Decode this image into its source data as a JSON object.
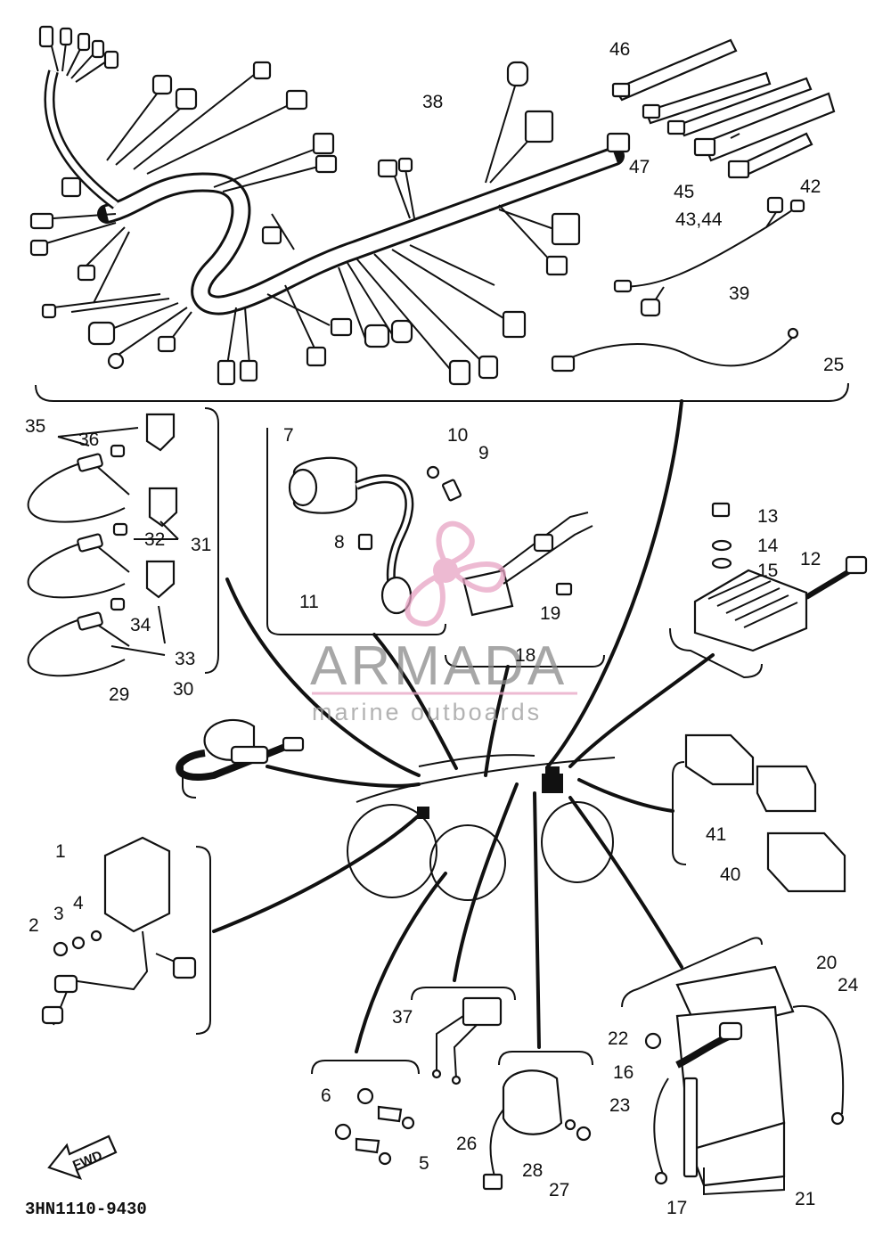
{
  "diagram": {
    "callouts": [
      "1",
      "2",
      "3",
      "4",
      "5",
      "6",
      "7",
      "8",
      "9",
      "10",
      "11",
      "12",
      "13",
      "14",
      "15",
      "16",
      "17",
      "18",
      "19",
      "20",
      "21",
      "22",
      "23",
      "24",
      "25",
      "26",
      "27",
      "28",
      "29",
      "30",
      "31",
      "32",
      "33",
      "34",
      "35",
      "36",
      "37",
      "38",
      "39",
      "40",
      "41",
      "42",
      "43,44",
      "45",
      "46",
      "47"
    ],
    "part_code": "3HN1110-9430",
    "fwd_label": "FWD"
  },
  "watermark": {
    "brand": "ARMADA",
    "tagline": "marine outboards",
    "accent_color": "#e8a3c4"
  }
}
